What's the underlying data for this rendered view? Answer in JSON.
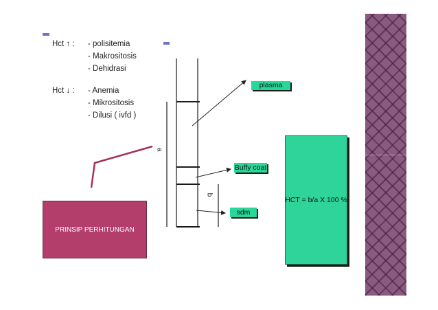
{
  "hct_up": {
    "label": "Hct ↑ :",
    "items": [
      "- polisitemia",
      "- Makrositosis",
      "-  Dehidrasi"
    ]
  },
  "hct_down": {
    "label": "Hct ↓ :",
    "items": [
      "- Anemia",
      "- Mikrositosis",
      "- Dilusi ( ivfd )"
    ]
  },
  "diagram": {
    "plasma_label": "plasma",
    "buffy_coat_label": "Buffy coat",
    "sdm_label": "sdm",
    "var_a": "a",
    "var_b": "b"
  },
  "formula": "HCT = b/a X 100 %",
  "prinsip_label": "PRINSIP PERHITUNGAN",
  "colors": {
    "label_green": "#27d89a",
    "prinsip_box": "#b33d6b",
    "side_strip": "#8a5a80"
  }
}
